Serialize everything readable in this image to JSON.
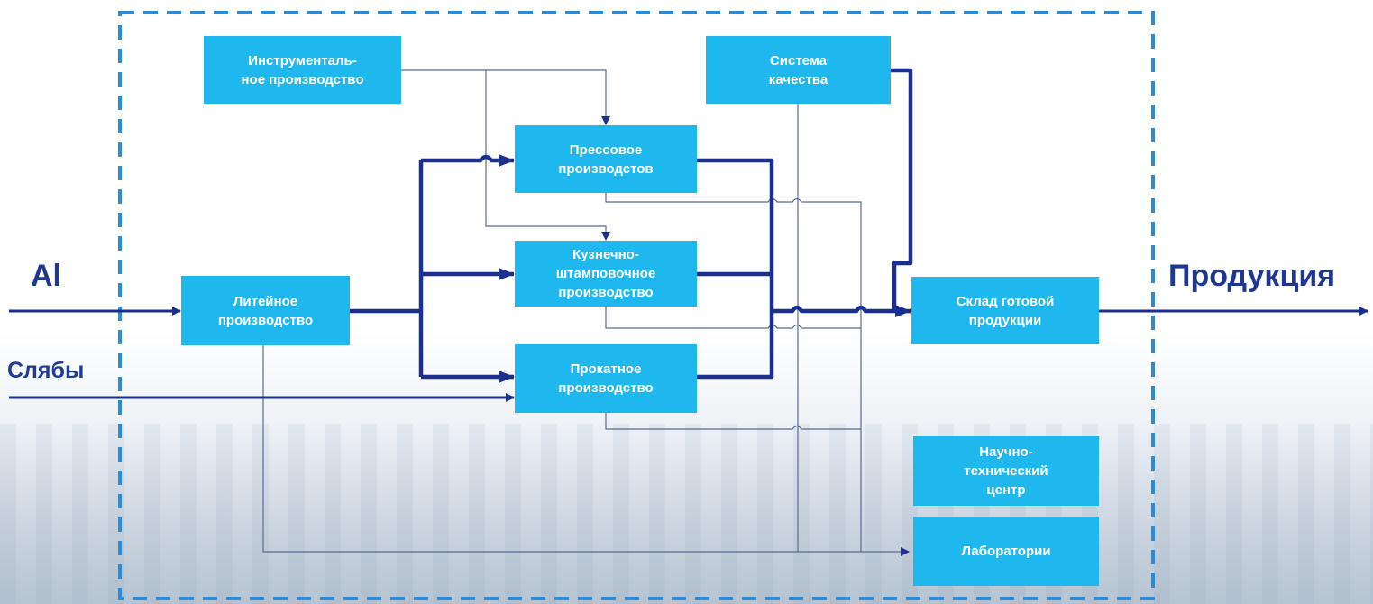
{
  "colors": {
    "box_fill": "#1fb8ee",
    "box_text": "#ffffff",
    "flow_line": "#1a2f8f",
    "thin_line": "#5a6a90",
    "frame_dash": "#2a8bd8"
  },
  "inputs": {
    "al": "Al",
    "slabs": "Слябы"
  },
  "output": {
    "products": "Продукция"
  },
  "boxes": {
    "tool": "Инструменталь-\nное производство",
    "quality": "Система\nкачества",
    "press": "Прессовое\nпроизводстов",
    "forge": "Кузнечно-\nштамповочное\nпроизводство",
    "casting": "Литейное\nпроизводство",
    "rolling": "Прокатное\nпроизводство",
    "warehouse": "Склад готовой\nпродукции",
    "research": "Научно-\nтехнический\nцентр",
    "labs": "Лаборатории"
  }
}
